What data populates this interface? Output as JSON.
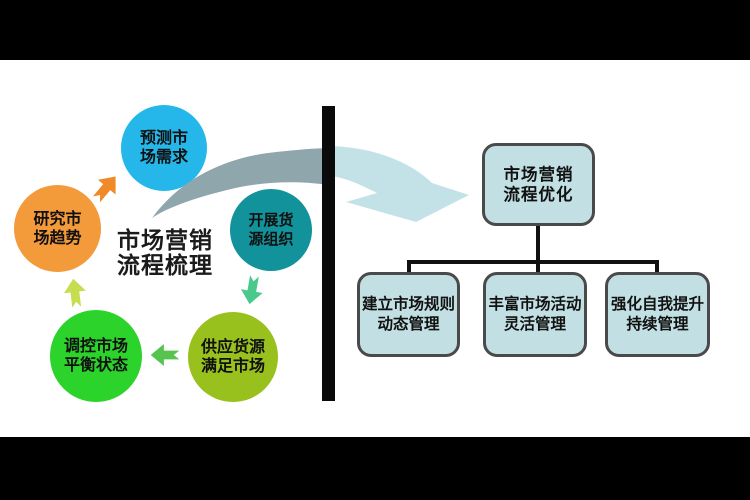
{
  "left_cycle": {
    "title": {
      "line1": "市场营销",
      "line2": "流程梳理"
    },
    "nodes": [
      {
        "id": "predict-demand",
        "line1": "预测市",
        "line2": "场需求",
        "color": "#25B7EA"
      },
      {
        "id": "research-trends",
        "line1": "研究市",
        "line2": "场趋势",
        "color": "#F39A3B"
      },
      {
        "id": "organize-supply",
        "line1": "开展货",
        "line2": "源组织",
        "color": "#12929B"
      },
      {
        "id": "supply-market",
        "line1": "供应货源",
        "line2": "满足市场",
        "color": "#98C11D"
      },
      {
        "id": "regulate-balance",
        "line1": "调控市场",
        "line2": "平衡状态",
        "color": "#2BD32B"
      }
    ]
  },
  "right_tree": {
    "root": {
      "line1": "市场营销",
      "line2": "流程优化"
    },
    "children": [
      {
        "line1": "建立市场规则",
        "line2": "动态管理"
      },
      {
        "line1": "丰富市场活动",
        "line2": "灵活管理"
      },
      {
        "line1": "强化自我提升",
        "line2": "持续管理"
      }
    ],
    "box_fill": "#C2E0E3",
    "box_border": "#4A4A4A"
  },
  "palette": {
    "arrow_research_to_predict": "#F08A28",
    "arrow_organize_to_supply": "#49C98C",
    "arrow_supply_to_regulate": "#55C44E",
    "arrow_regulate_to_research": "#C6DD50",
    "swoosh_left": "#8FA6AC",
    "swoosh_right": "#C2E2E8",
    "divider_bar": "#0A0A0A",
    "band": "#000000",
    "connector": "#111111"
  }
}
